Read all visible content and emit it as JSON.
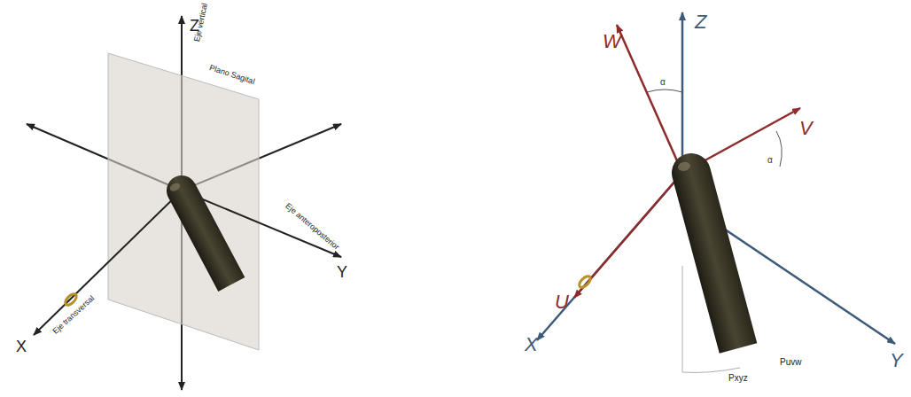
{
  "diagram": {
    "labels": [
      "Eje vertical",
      "Z",
      "Plano Sagital",
      "X",
      "Eje transversal",
      "Y",
      "Eje anteroposterior",
      "Z",
      "W",
      "α",
      "V",
      "α",
      "U",
      "X",
      "Y",
      "Pxyz",
      "Puvw"
    ]
  }
}
